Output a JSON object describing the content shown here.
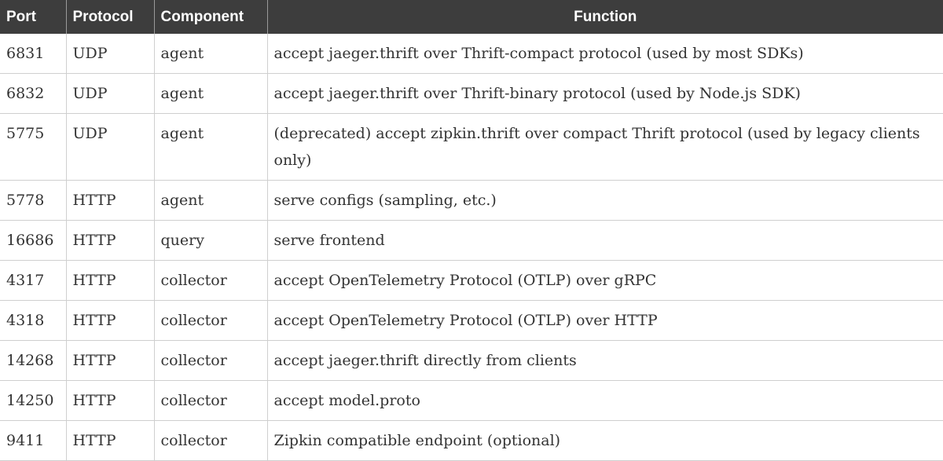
{
  "table": {
    "headers": [
      "Port",
      "Protocol",
      "Component",
      "Function"
    ],
    "rows": [
      [
        "6831",
        "UDP",
        "agent",
        "accept jaeger.thrift over Thrift-compact protocol (used by most SDKs)"
      ],
      [
        "6832",
        "UDP",
        "agent",
        "accept jaeger.thrift over Thrift-binary protocol (used by Node.js SDK)"
      ],
      [
        "5775",
        "UDP",
        "agent",
        "(deprecated) accept zipkin.thrift over compact Thrift protocol (used by legacy clients only)"
      ],
      [
        "5778",
        "HTTP",
        "agent",
        "serve configs (sampling, etc.)"
      ],
      [
        "16686",
        "HTTP",
        "query",
        "serve frontend"
      ],
      [
        "4317",
        "HTTP",
        "collector",
        "accept OpenTelemetry Protocol (OTLP) over gRPC"
      ],
      [
        "4318",
        "HTTP",
        "collector",
        "accept OpenTelemetry Protocol (OTLP) over HTTP"
      ],
      [
        "14268",
        "HTTP",
        "collector",
        "accept jaeger.thrift directly from clients"
      ],
      [
        "14250",
        "HTTP",
        "collector",
        "accept model.proto"
      ],
      [
        "9411",
        "HTTP",
        "collector",
        "Zipkin compatible endpoint (optional)"
      ]
    ]
  }
}
